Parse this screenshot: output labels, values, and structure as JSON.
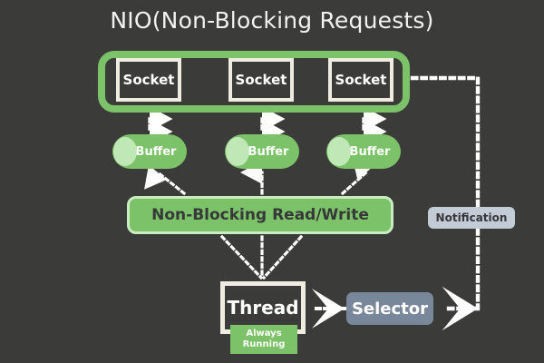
{
  "diagram": {
    "title": "NIO(Non-Blocking Requests)",
    "background_color": "#3b3b3a",
    "accent_green": "#7cc268",
    "accent_mint": "#bfe8b6",
    "accent_cream": "#efece2",
    "accent_slate": "#78889a",
    "sockets": [
      {
        "label": "Socket"
      },
      {
        "label": "Socket"
      },
      {
        "label": "Socket"
      }
    ],
    "buffers": [
      {
        "label": "Buffer"
      },
      {
        "label": "Buffer"
      },
      {
        "label": "Buffer"
      }
    ],
    "read_write": {
      "label": "Non-Blocking Read/Write"
    },
    "notification": {
      "label": "Notification"
    },
    "thread": {
      "label": "Thread",
      "badge_line_1": "Always",
      "badge_line_2": "Running"
    },
    "selector": {
      "label": "Selector"
    }
  }
}
